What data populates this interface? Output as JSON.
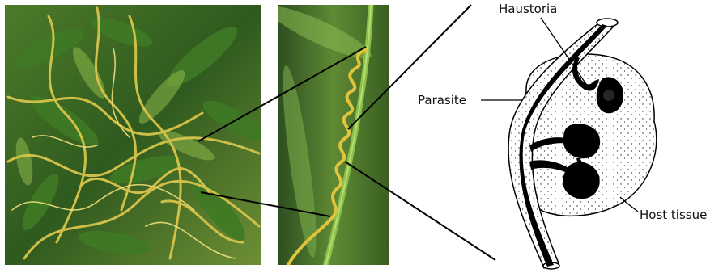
{
  "figure": {
    "panels": [
      {
        "kind": "photo",
        "subject": "dodder vines entangling host plant foliage"
      },
      {
        "kind": "photo",
        "subject": "close-up of parasite stem coiling around host stem"
      },
      {
        "kind": "drawing",
        "subject": "cross-section of parasite stem penetrating host tissue"
      }
    ],
    "labels": {
      "haustoria": "Haustoria",
      "parasite": "Parasite",
      "host_tissue": "Host tissue"
    },
    "colors": {
      "foliage_dark": "#2f5a1e",
      "foliage_light": "#7fa83a",
      "vine_yellow": "#d8c44a",
      "ink": "#000000"
    }
  }
}
